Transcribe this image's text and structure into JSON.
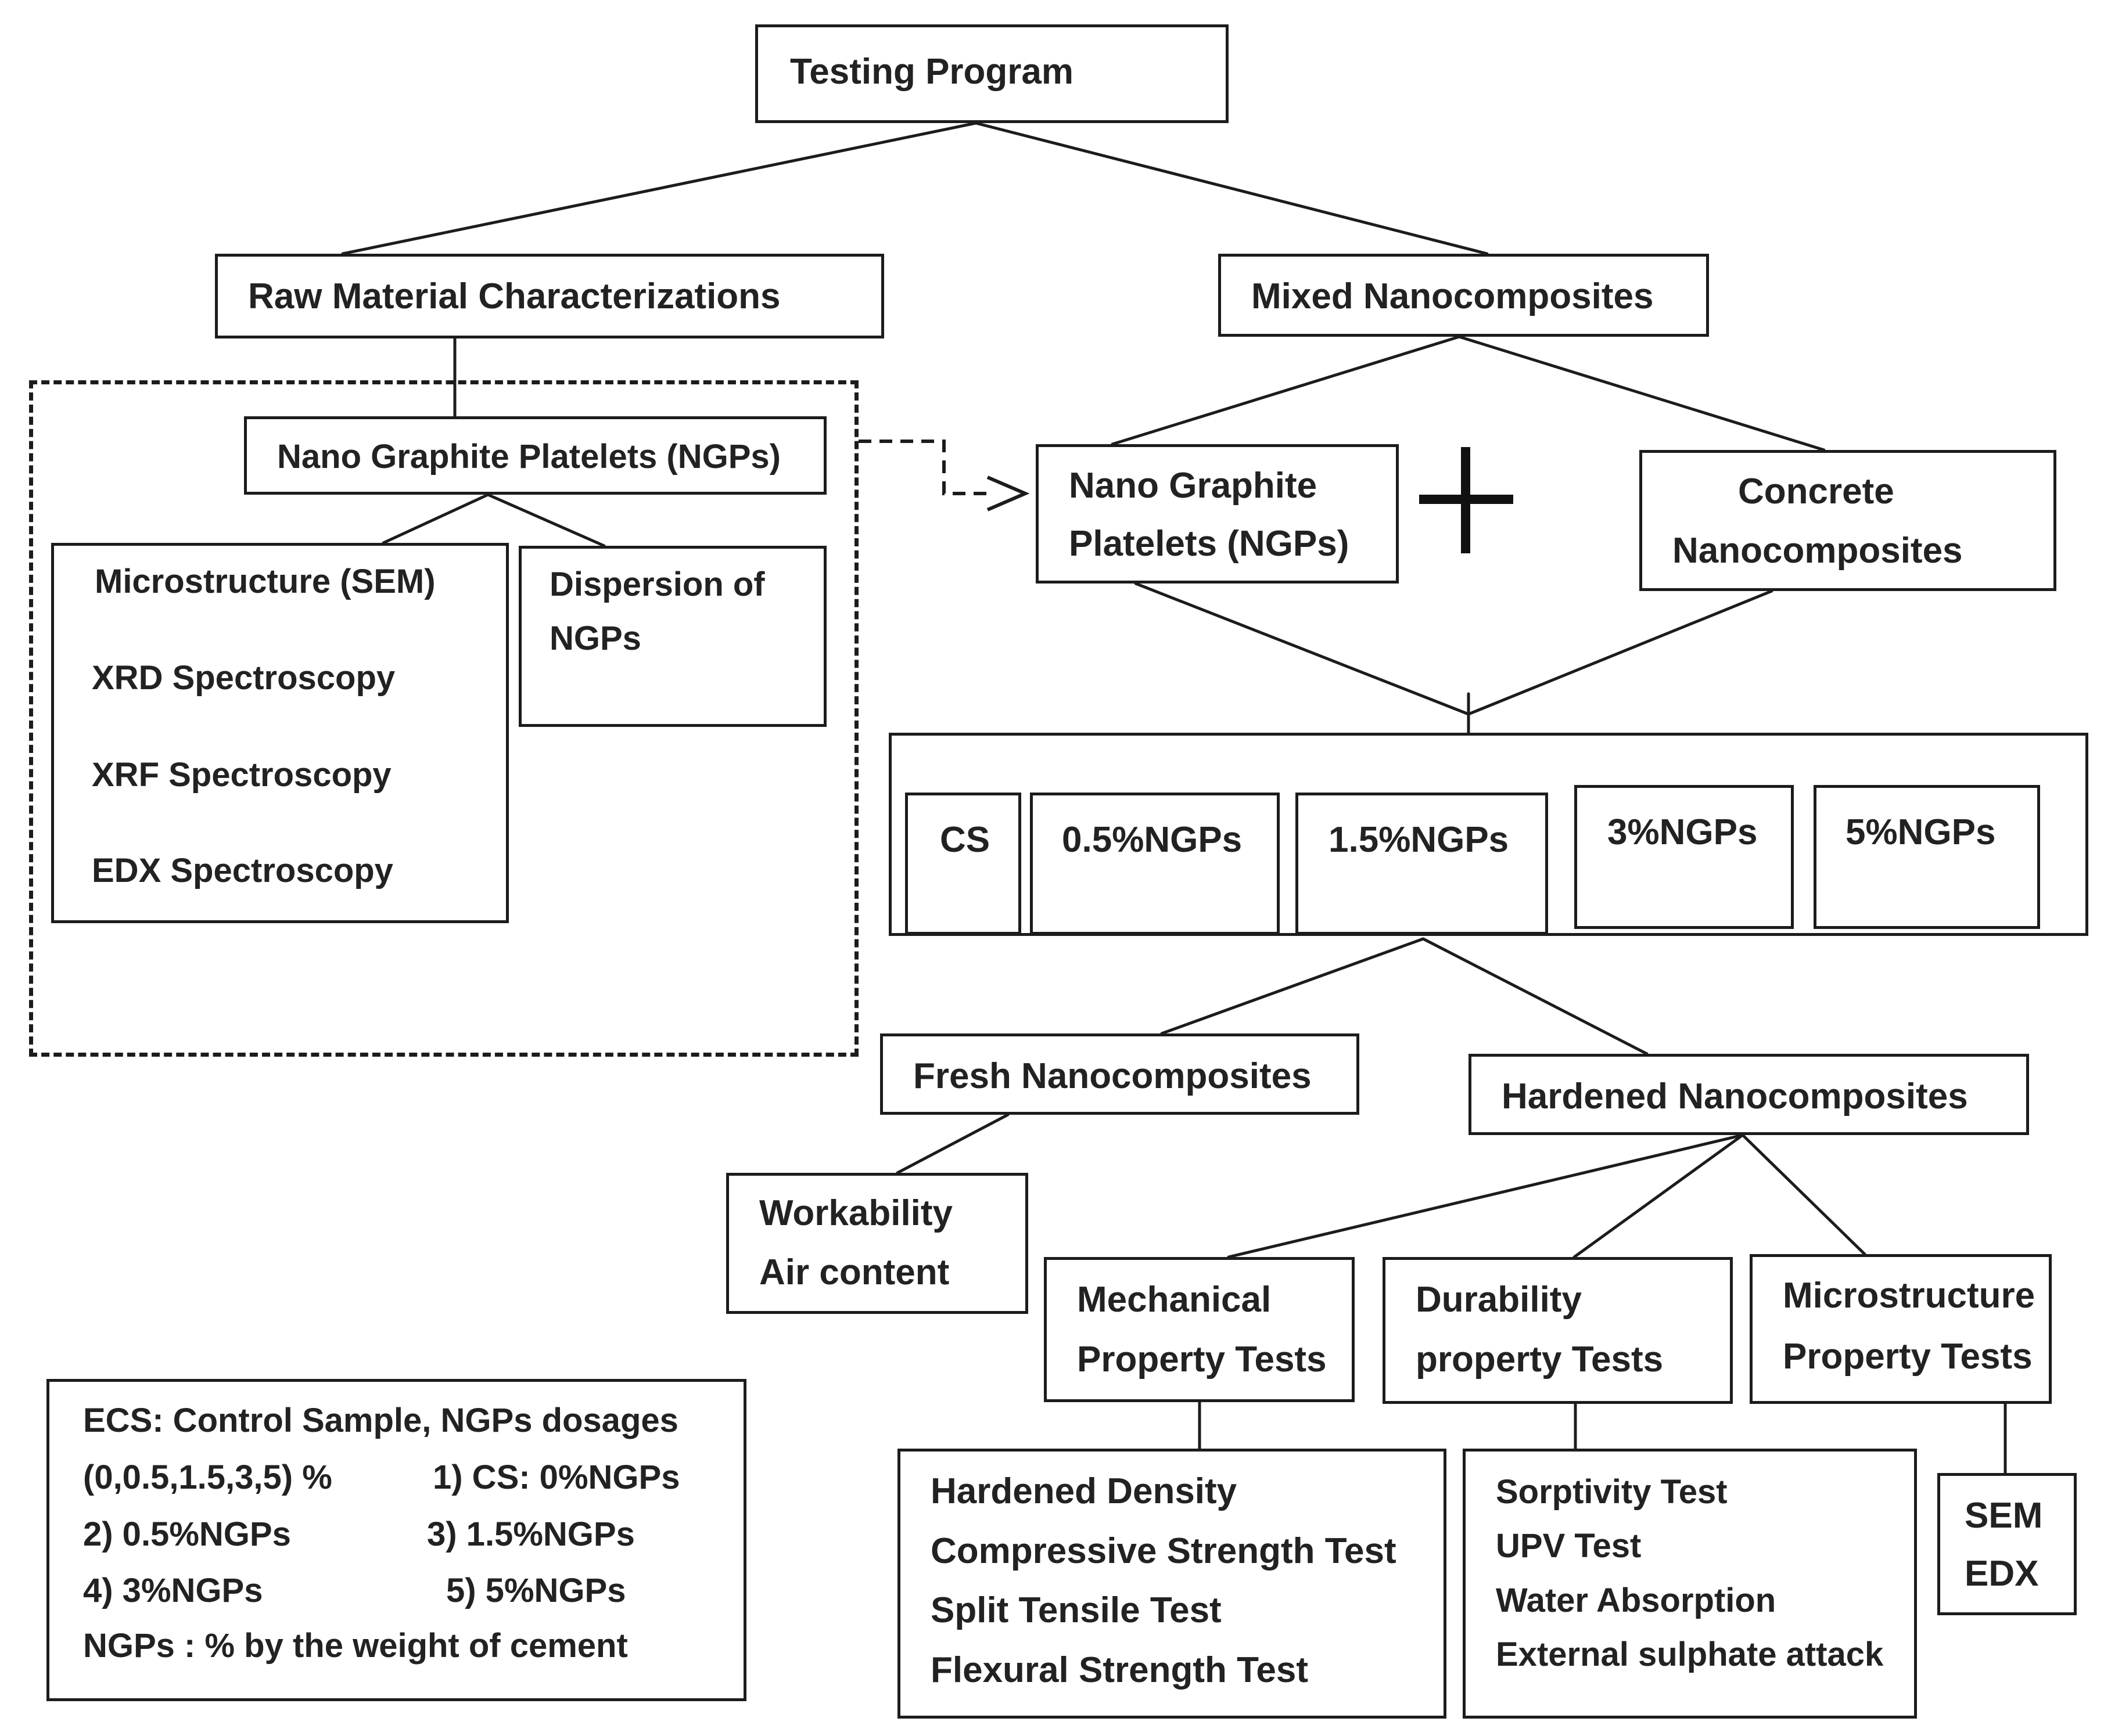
{
  "title": "Testing Program",
  "raw_material": {
    "label": "Raw Material Characterizations",
    "ngps": "Nano Graphite Platelets (NGPs)",
    "tests": [
      "Microstructure (SEM)",
      "XRD Spectroscopy",
      "XRF Spectroscopy",
      "EDX Spectroscopy"
    ],
    "dispersion": [
      "Dispersion of",
      "NGPs"
    ]
  },
  "mixed": {
    "label": "Mixed Nanocomposites",
    "ngps": [
      "Nano Graphite",
      "Platelets (NGPs)"
    ],
    "concrete": [
      "Concrete",
      "Nanocomposites"
    ]
  },
  "mixes": [
    "CS",
    "0.5%NGPs",
    "1.5%NGPs",
    "3%NGPs",
    "5%NGPs"
  ],
  "fresh": {
    "label": "Fresh Nanocomposites",
    "tests": [
      "Workability",
      "Air content"
    ]
  },
  "hardened": {
    "label": "Hardened Nanocomposites",
    "mechanical": {
      "label": [
        "Mechanical",
        "Property Tests"
      ],
      "tests": [
        "Hardened Density",
        "Compressive Strength Test",
        "Split Tensile Test",
        "Flexural Strength Test"
      ]
    },
    "durability": {
      "label": [
        "Durability",
        "property Tests"
      ],
      "tests": [
        "Sorptivity Test",
        "UPV Test",
        "Water Absorption",
        "External sulphate attack"
      ]
    },
    "microstructure": {
      "label": [
        "Microstructure",
        "Property Tests"
      ],
      "tests": [
        "SEM",
        "EDX"
      ]
    }
  },
  "legend": {
    "lines": [
      "ECS: Control Sample, NGPs dosages",
      "(0,0.5,1.5,3,5) %",
      "1) CS: 0%NGPs",
      "2) 0.5%NGPs",
      "3) 1.5%NGPs",
      "4) 3%NGPs",
      "5) 5%NGPs",
      "NGPs :  % by the weight of cement"
    ]
  }
}
